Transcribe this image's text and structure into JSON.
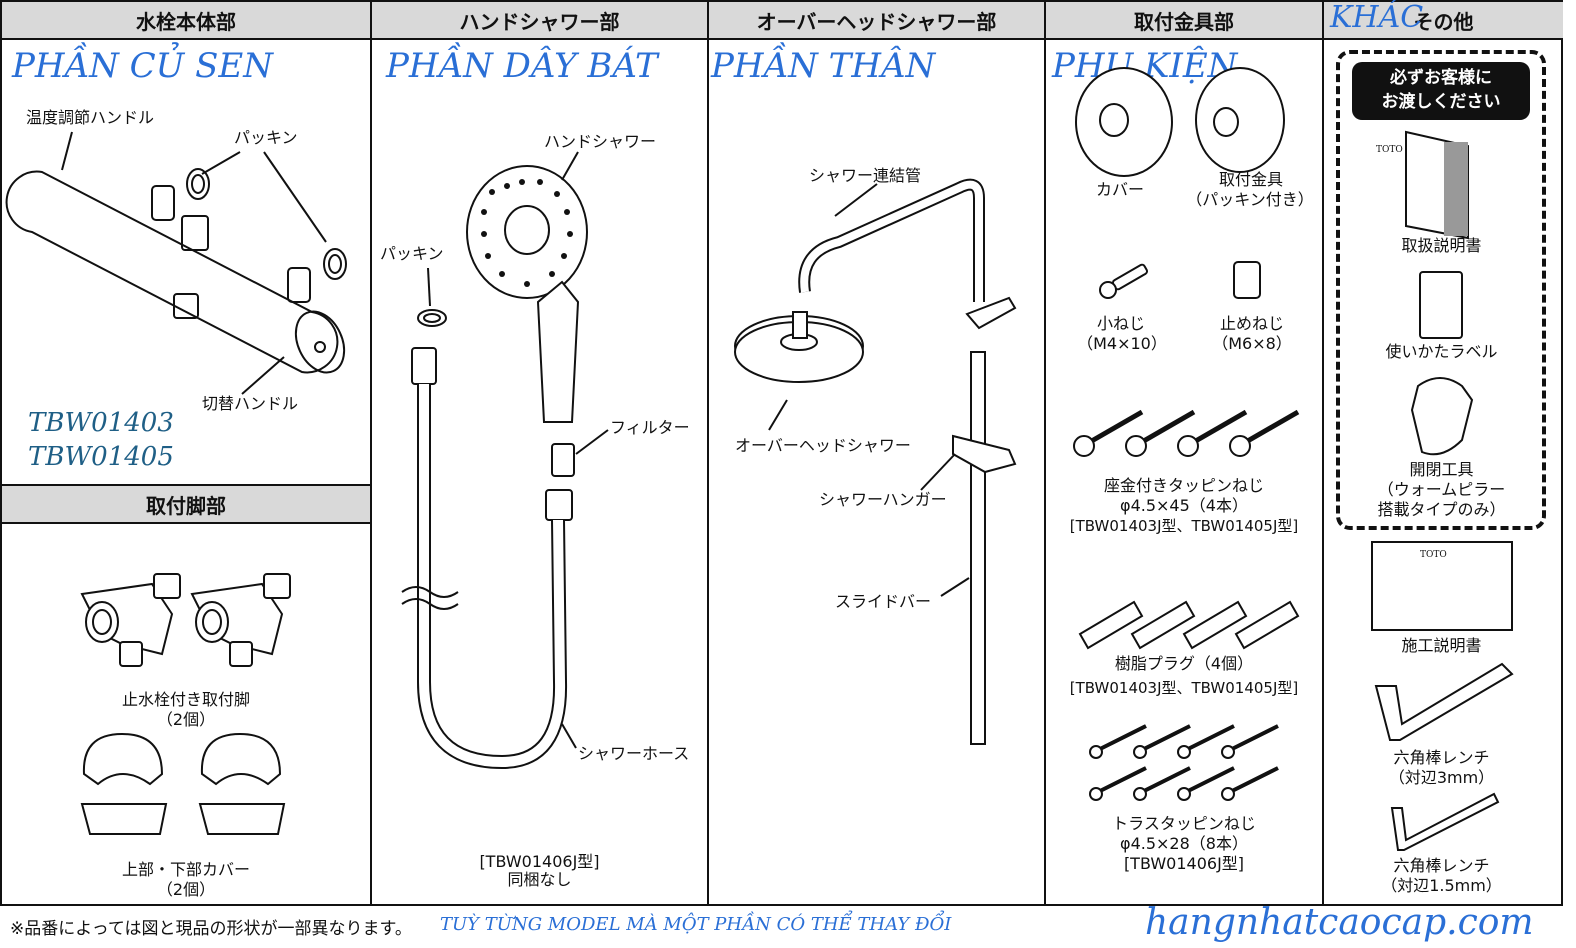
{
  "sections": {
    "body": {
      "header": "水栓本体部",
      "viet": "PHẦN CỦ SEN",
      "models": [
        "TBW01403",
        "TBW01405"
      ],
      "labels": {
        "temp_handle": "温度調節ハンドル",
        "packing": "パッキン",
        "switch_handle": "切替ハンドル"
      }
    },
    "legs": {
      "header": "取付脚部",
      "labels": {
        "leg": "止水栓付き取付脚",
        "leg_qty": "（2個）",
        "cover": "上部・下部カバー",
        "cover_qty": "（2個）"
      }
    },
    "hand": {
      "header": "ハンドシャワー部",
      "viet": "PHẦN DÂY BÁT",
      "labels": {
        "hand_shower": "ハンドシャワー",
        "packing": "パッキン",
        "filter": "フィルター",
        "hose": "シャワーホース",
        "note_model": "[TBW01406J型]",
        "note_none": "同梱なし"
      }
    },
    "overhead": {
      "header": "オーバーヘッドシャワー部",
      "viet": "PHẦN THÂN",
      "labels": {
        "pipe": "シャワー連結管",
        "overhead": "オーバーヘッドシャワー",
        "hanger": "シャワーハンガー",
        "slide": "スライドバー"
      }
    },
    "fittings": {
      "header": "取付金具部",
      "viet": "PHỤ KIỆN",
      "labels": {
        "cover": "カバー",
        "bracket": "取付金具",
        "bracket_sub": "（パッキン付き）",
        "small_screw": "小ねじ",
        "small_screw_size": "（M4×10）",
        "set_screw": "止めねじ",
        "set_screw_size": "（M6×8）",
        "washer_screw": "座金付きタッピンねじ",
        "washer_screw_size": "φ4.5×45（4本）",
        "washer_screw_models": "[TBW01403J型、TBW01405J型]",
        "plug": "樹脂プラグ（4個）",
        "plug_models": "[TBW01403J型、TBW01405J型]",
        "truss_screw": "トラスタッピンねじ",
        "truss_screw_size": "φ4.5×28（8本）",
        "truss_screw_models": "[TBW01406J型]"
      }
    },
    "other": {
      "header": "その他",
      "viet": "KHÁC",
      "badge_line1": "必ずお客様に",
      "badge_line2": "お渡しください",
      "labels": {
        "manual": "取扱説明書",
        "label": "使いかたラベル",
        "tool": "開閉工具",
        "tool_sub1": "（ウォームピラー",
        "tool_sub2": "搭載タイプのみ）",
        "install": "施工説明書",
        "wrench3": "六角棒レンチ",
        "wrench3_size": "（対辺3mm）",
        "wrench15": "六角棒レンチ",
        "wrench15_size": "（対辺1.5mm）",
        "toto": "TOTO"
      }
    }
  },
  "footer": {
    "note": "※品番によっては図と現品の形状が一部異なります。",
    "viet": "TUỲ TỪNG MODEL MÀ MỘT PHẦN CÓ THỂ THAY ĐỔI",
    "site": "hangnhatcaocap.com"
  },
  "colors": {
    "viet_text": "#2a6fd6",
    "model_text": "#1f5f86",
    "header_bg": "#d9d9d9"
  }
}
